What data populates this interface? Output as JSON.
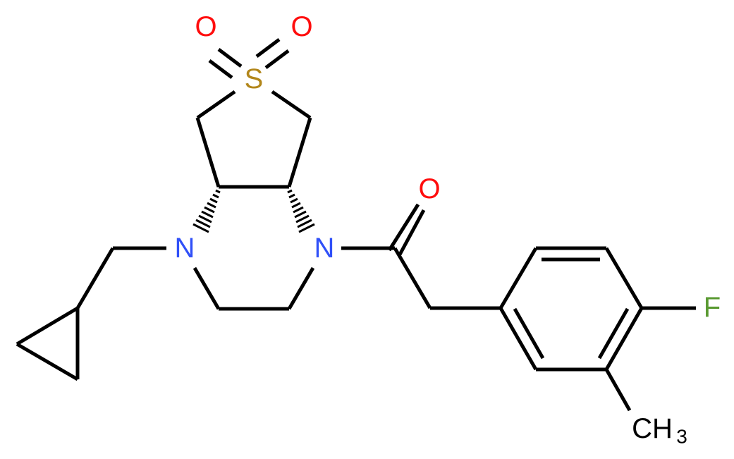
{
  "diagram": {
    "type": "chemical-structure",
    "atoms": {
      "sulfonyl_o1": {
        "label": "O",
        "color": "#ff0d0d"
      },
      "sulfonyl_o2": {
        "label": "O",
        "color": "#ff0d0d"
      },
      "sulfur": {
        "label": "S",
        "color": "#b2861a"
      },
      "nitrogen_left": {
        "label": "N",
        "color": "#3050f8"
      },
      "nitrogen_right": {
        "label": "N",
        "color": "#3050f8"
      },
      "carbonyl_o": {
        "label": "O",
        "color": "#ff0d0d"
      },
      "fluorine": {
        "label": "F",
        "color": "#5a9a32"
      },
      "methyl_c": {
        "label": "CH",
        "color": "#000000"
      },
      "methyl_sub": {
        "label": "3",
        "color": "#000000"
      }
    }
  }
}
